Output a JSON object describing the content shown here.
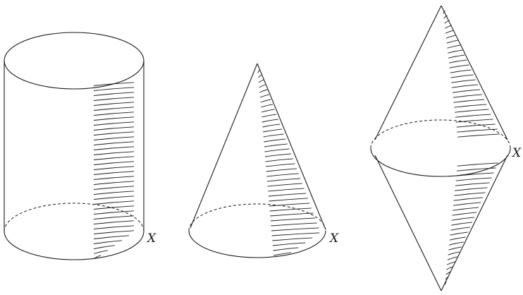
{
  "figures": [
    {
      "id": "cylinder",
      "label": "X"
    },
    {
      "id": "cone",
      "label": "X"
    },
    {
      "id": "double-cone",
      "label": "X"
    }
  ]
}
